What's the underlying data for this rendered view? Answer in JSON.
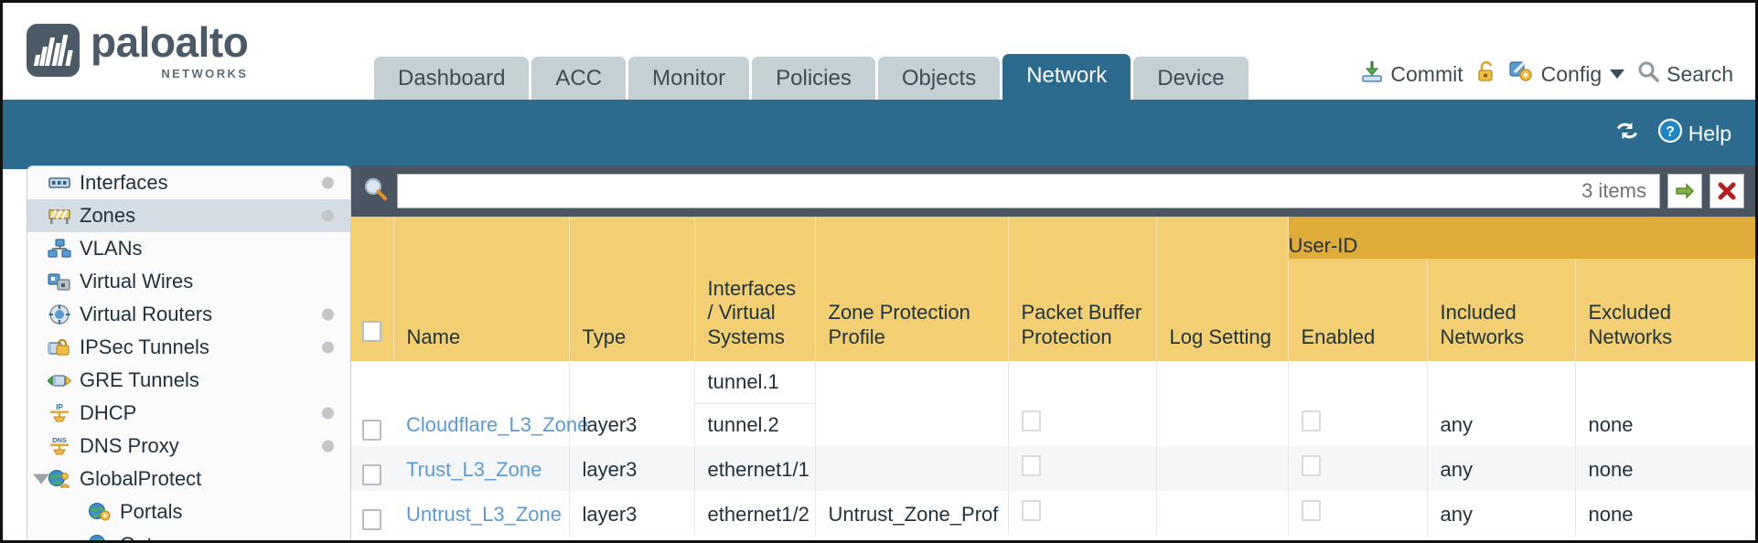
{
  "brand": {
    "name": "paloalto",
    "tagline": "NETWORKS"
  },
  "nav": {
    "tabs": [
      {
        "label": "Dashboard",
        "active": false
      },
      {
        "label": "ACC",
        "active": false
      },
      {
        "label": "Monitor",
        "active": false
      },
      {
        "label": "Policies",
        "active": false
      },
      {
        "label": "Objects",
        "active": false
      },
      {
        "label": "Network",
        "active": true
      },
      {
        "label": "Device",
        "active": false
      }
    ]
  },
  "top_actions": {
    "commit": "Commit",
    "config": "Config",
    "search": "Search"
  },
  "blue_bar": {
    "help": "Help"
  },
  "sidebar": {
    "items": [
      {
        "label": "Interfaces",
        "icon": "interfaces-icon",
        "dot": true,
        "indent": false,
        "selected": false,
        "expander": false
      },
      {
        "label": "Zones",
        "icon": "zones-icon",
        "dot": true,
        "indent": false,
        "selected": true,
        "expander": false
      },
      {
        "label": "VLANs",
        "icon": "vlans-icon",
        "dot": false,
        "indent": false,
        "selected": false,
        "expander": false
      },
      {
        "label": "Virtual Wires",
        "icon": "virtual-wires-icon",
        "dot": false,
        "indent": false,
        "selected": false,
        "expander": false
      },
      {
        "label": "Virtual Routers",
        "icon": "virtual-routers-icon",
        "dot": true,
        "indent": false,
        "selected": false,
        "expander": false
      },
      {
        "label": "IPSec Tunnels",
        "icon": "ipsec-tunnels-icon",
        "dot": true,
        "indent": false,
        "selected": false,
        "expander": false
      },
      {
        "label": "GRE Tunnels",
        "icon": "gre-tunnels-icon",
        "dot": false,
        "indent": false,
        "selected": false,
        "expander": false
      },
      {
        "label": "DHCP",
        "icon": "dhcp-icon",
        "dot": true,
        "indent": false,
        "selected": false,
        "expander": false
      },
      {
        "label": "DNS Proxy",
        "icon": "dns-proxy-icon",
        "dot": true,
        "indent": false,
        "selected": false,
        "expander": false
      },
      {
        "label": "GlobalProtect",
        "icon": "globalprotect-icon",
        "dot": false,
        "indent": false,
        "selected": false,
        "expander": true
      },
      {
        "label": "Portals",
        "icon": "portals-icon",
        "dot": false,
        "indent": true,
        "selected": false,
        "expander": false
      },
      {
        "label": "Gateways",
        "icon": "gateways-icon",
        "dot": false,
        "indent": true,
        "selected": false,
        "expander": false
      }
    ]
  },
  "search": {
    "value": "",
    "placeholder": "",
    "item_count": "3 items"
  },
  "table": {
    "group_header": "User-ID",
    "columns": [
      "Name",
      "Type",
      "Interfaces / Virtual Systems",
      "Zone Protection Profile",
      "Packet Buffer Protection",
      "Log Setting",
      "Enabled",
      "Included Networks",
      "Excluded Networks"
    ],
    "rows": [
      {
        "name": "Cloudflare_L3_Zone",
        "type": "layer3",
        "interfaces": [
          "tunnel.1",
          "tunnel.2"
        ],
        "zone_protection_profile": "",
        "packet_buffer_protection": false,
        "log_setting": "",
        "userid_enabled": false,
        "included_networks": "any",
        "excluded_networks": "none"
      },
      {
        "name": "Trust_L3_Zone",
        "type": "layer3",
        "interfaces": [
          "ethernet1/1"
        ],
        "zone_protection_profile": "",
        "packet_buffer_protection": false,
        "log_setting": "",
        "userid_enabled": false,
        "included_networks": "any",
        "excluded_networks": "none"
      },
      {
        "name": "Untrust_L3_Zone",
        "type": "layer3",
        "interfaces": [
          "ethernet1/2"
        ],
        "zone_protection_profile": "Untrust_Zone_Prof",
        "packet_buffer_protection": false,
        "log_setting": "",
        "userid_enabled": false,
        "included_networks": "any",
        "excluded_networks": "none"
      }
    ]
  },
  "colors": {
    "brand_blue": "#2c6a8e",
    "header_amber": "#f2cf73",
    "group_amber": "#dfac39",
    "panel_slate": "#4a5561",
    "link_blue": "#5b9bd0"
  }
}
